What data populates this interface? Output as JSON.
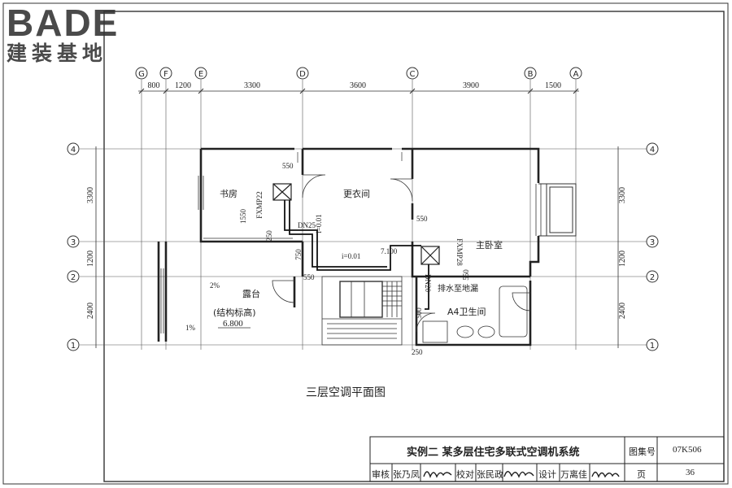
{
  "logo": {
    "word": "BADE",
    "subtitle": "建装基地"
  },
  "drawing": {
    "title": "三层空调平面图",
    "axes_top": [
      "G",
      "F",
      "E",
      "D",
      "C",
      "B",
      "A"
    ],
    "axes_side": [
      "4",
      "3",
      "2",
      "1"
    ],
    "dims_top": [
      "800",
      "1200",
      "3300",
      "3600",
      "3900",
      "1500"
    ],
    "dims_left": [
      "3300",
      "1200",
      "2400"
    ],
    "dims_right": [
      "3300",
      "1200",
      "2400"
    ],
    "rooms": {
      "study": "书房",
      "dressing": "更衣间",
      "master_bedroom": "主卧室",
      "terrace": "露台",
      "bathroom": "A4卫生间"
    },
    "annotations": {
      "struct_elev": "(结构标高)",
      "elevation": "6.800",
      "fxmp22": "FXMP22",
      "fxmp28": "FXMP28",
      "dn25": "DN25",
      "dn20": "DN20",
      "slope": "i=0.01",
      "slope2": "i=0.01",
      "height_7100": "7.100",
      "drain_note": "排水至地漏",
      "pct1": "2%",
      "pct2": "1%",
      "d550a": "550",
      "d550b": "550",
      "d550c": "550",
      "d550d": "550",
      "d1550": "1550",
      "d250a": "250",
      "d250b": "250",
      "d750": "750",
      "d500": "500"
    }
  },
  "title_block": {
    "title": "实例二 某多层住宅多联式空调机系统",
    "atlas_label": "图集号",
    "atlas_no": "07K506",
    "review_label": "审核",
    "reviewer": "张乃凤",
    "check_label": "校对",
    "checker": "张民政",
    "design_label": "设计",
    "designer": "万离佳",
    "page_label": "页",
    "page_no": "36"
  }
}
